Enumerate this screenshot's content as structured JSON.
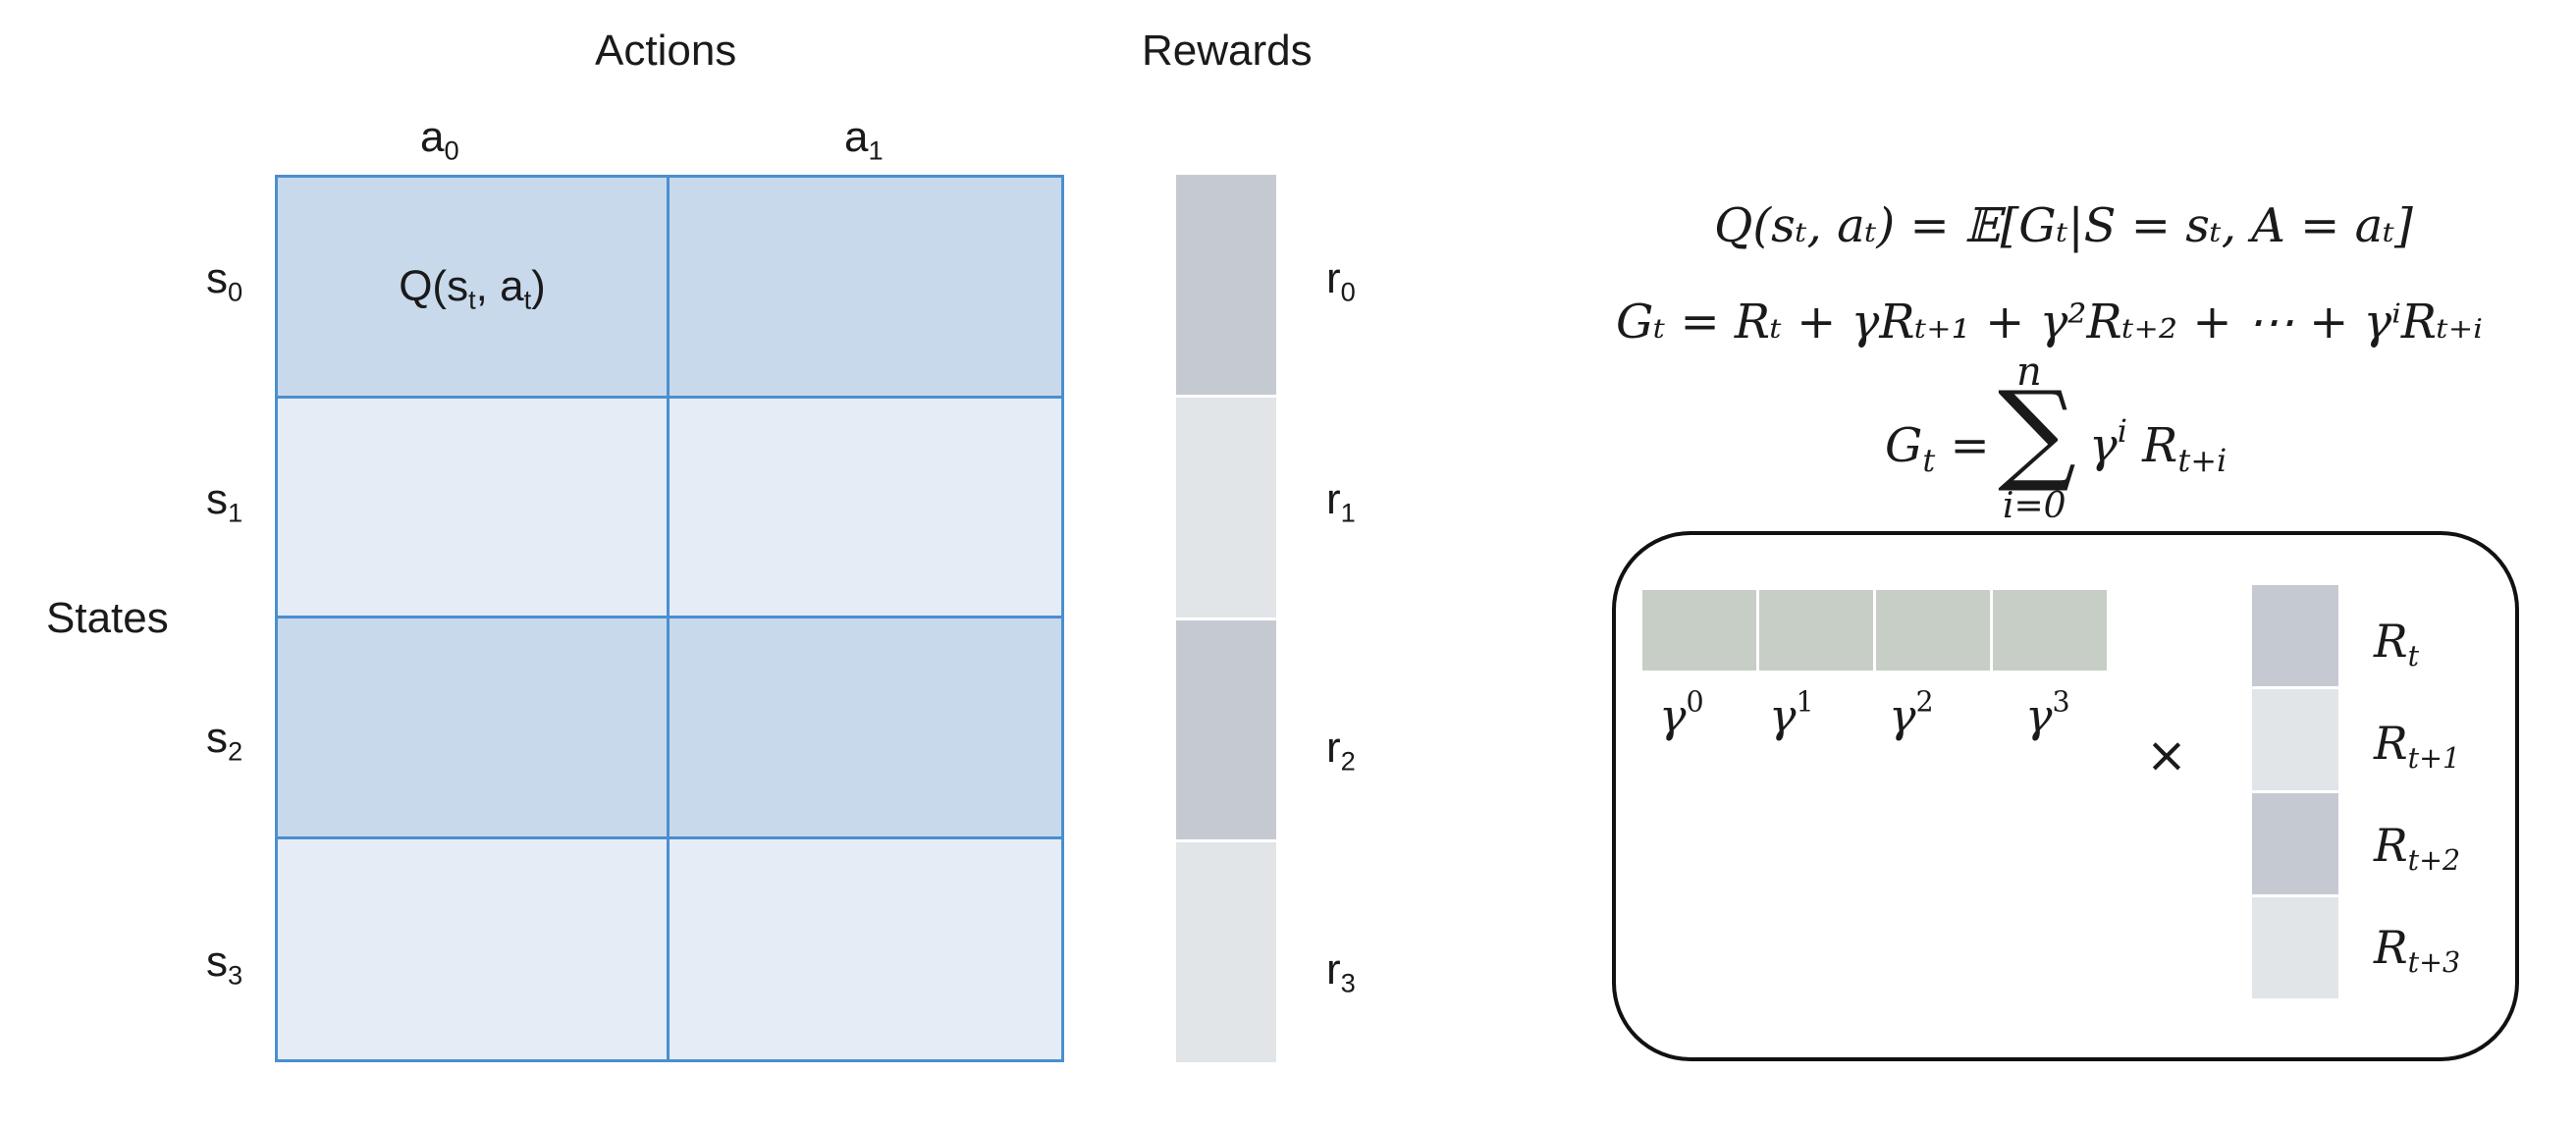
{
  "headers": {
    "actions": "Actions",
    "rewards": "Rewards",
    "states": "States"
  },
  "actions": [
    {
      "base": "a",
      "sub": "0"
    },
    {
      "base": "a",
      "sub": "1"
    }
  ],
  "states": [
    {
      "base": "s",
      "sub": "0"
    },
    {
      "base": "s",
      "sub": "1"
    },
    {
      "base": "s",
      "sub": "2"
    },
    {
      "base": "s",
      "sub": "3"
    }
  ],
  "rewards": [
    {
      "base": "r",
      "sub": "0"
    },
    {
      "base": "r",
      "sub": "1"
    },
    {
      "base": "r",
      "sub": "2"
    },
    {
      "base": "r",
      "sub": "3"
    }
  ],
  "q_cell": {
    "prefix": "Q(s",
    "sub1": "t",
    "mid": ", a",
    "sub2": "t",
    "suffix": ")"
  },
  "equations": {
    "q_def": "Q(sₜ, aₜ) = 𝔼[Gₜ|S = sₜ, A = aₜ]",
    "return_def": "Gₜ = Rₜ + γRₜ₊₁ + γ²Rₜ₊₂ + ⋯ + γⁱRₜ₊ᵢ",
    "return_sum": "Gₜ = Σᵢ₌₀ⁿ γⁱ Rₜ₊ᵢ",
    "sum_upper": "n",
    "sum_lower": "i=0",
    "multiply_sign": "×"
  },
  "discounts": [
    {
      "base": "γ",
      "exp": "0"
    },
    {
      "base": "γ",
      "exp": "1"
    },
    {
      "base": "γ",
      "exp": "2"
    },
    {
      "base": "γ",
      "exp": "3"
    }
  ],
  "future_rewards": [
    {
      "base": "R",
      "sub": "t"
    },
    {
      "base": "R",
      "sub": "t+1"
    },
    {
      "base": "R",
      "sub": "t+2"
    },
    {
      "base": "R",
      "sub": "t+3"
    }
  ],
  "colors": {
    "table_border": "#4a8fd0",
    "q_dark": "#c9d9ec",
    "q_light": "#e5ecf5",
    "reward_dark": "#c5cad2",
    "reward_light": "#e2e5e8",
    "gamma_fill": "#c6cec6"
  }
}
